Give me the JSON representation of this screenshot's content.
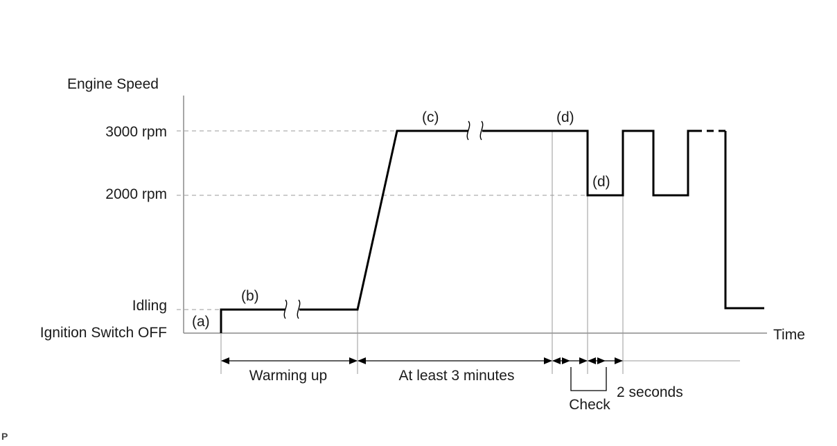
{
  "axes": {
    "y_title": "Engine Speed",
    "x_title": "Time",
    "levels": [
      "3000 rpm",
      "2000 rpm",
      "Idling",
      "Ignition Switch OFF"
    ]
  },
  "curve_labels": [
    "(a)",
    "(b)",
    "(c)",
    "(d)",
    "(d)"
  ],
  "intervals": [
    "Warming up",
    "At least 3 minutes"
  ],
  "check_label": "Check",
  "duration_label": "2 seconds",
  "corner_mark": "P",
  "colors": {
    "curve": "#000000",
    "axis": "#8a8a8a",
    "guide": "#9a9a9a",
    "text": "#1a1a1a"
  }
}
